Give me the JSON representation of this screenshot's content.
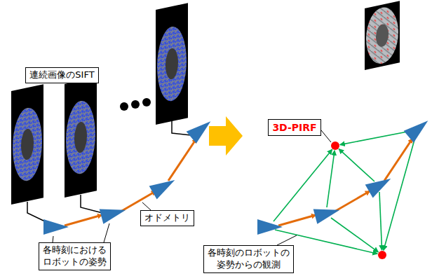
{
  "diagram": {
    "nodes": [
      {
        "text": [
          "連続画像のSIFT"
        ]
      },
      {
        "text": [
          "オドメトリ"
        ]
      },
      {
        "text": [
          "各時刻における ロボットの姿勢"
        ]
      },
      {
        "text": [
          "3D-PIRF"
        ]
      },
      {
        "text": [
          "各時刻のロボットの 姿勢からの観測"
        ]
      }
    ]
  }
}
